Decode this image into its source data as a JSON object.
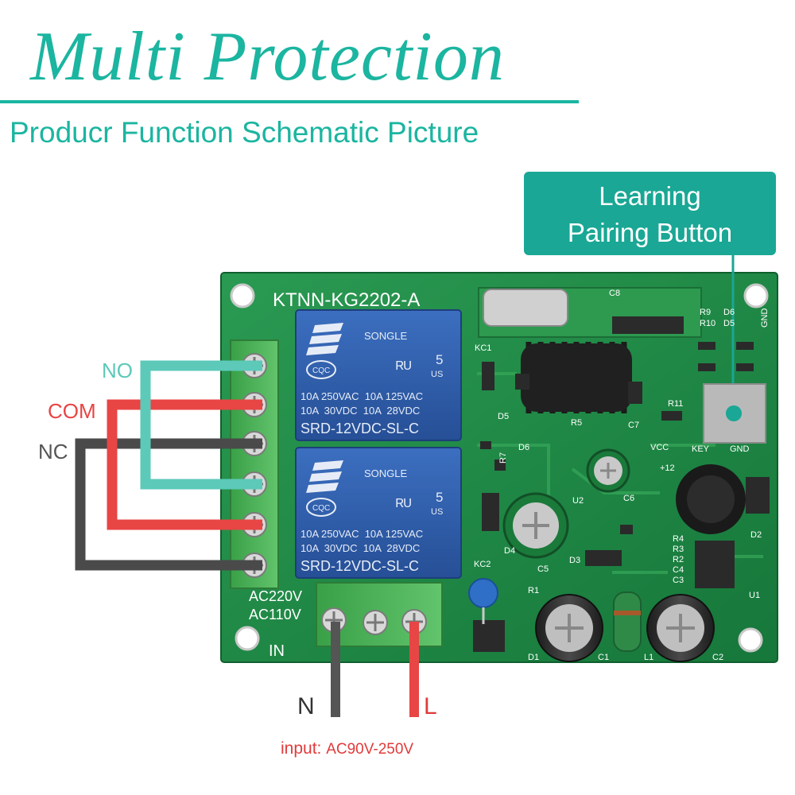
{
  "header": {
    "title": "Multi Protection",
    "subtitle": "Producr Function Schematic Picture"
  },
  "callout": {
    "line1": "Learning",
    "line2": "Pairing Button"
  },
  "wires": {
    "no": "NO",
    "com": "COM",
    "nc": "NC",
    "n": "N",
    "l": "L"
  },
  "input": {
    "prefix": "input:",
    "value": "AC90V-250V"
  },
  "board": {
    "model": "KTNN-KG2202-A",
    "ac220": "AC220V",
    "ac110": "AC110V",
    "in_label": "IN",
    "relays": [
      {
        "brand": "SONGLE",
        "number": "5",
        "us": "US",
        "cqc": "CQC",
        "r1": "10A 250VAC  10A 125VAC",
        "r2": "10A  30VDC  10A  28VDC",
        "model": "SRD-12VDC-SL-C"
      },
      {
        "brand": "SONGLE",
        "number": "5",
        "us": "US",
        "cqc": "CQC",
        "r1": "10A 250VAC  10A 125VAC",
        "r2": "10A  30VDC  10A  28VDC",
        "model": "SRD-12VDC-SL-C"
      }
    ],
    "silk": {
      "c8": "C8",
      "r9": "R9",
      "r10": "R10",
      "d6a": "D6",
      "d5a": "D5",
      "gnd_top": "GND",
      "kc1": "KC1",
      "d5": "D5",
      "r5": "R5",
      "c7": "C7",
      "r11": "R11",
      "key": "KEY",
      "gnd": "GND",
      "vcc": "VCC",
      "plus12": "+12",
      "d6": "D6",
      "r7": "R7",
      "u2": "U2",
      "c6": "C6",
      "d4": "D4",
      "d3": "D3",
      "c5": "C5",
      "r4": "R4",
      "r3": "R3",
      "r2": "R2",
      "c4": "C4",
      "c3": "C3",
      "u1": "U1",
      "d2": "D2",
      "kc2": "KC2",
      "r1": "R1",
      "d1": "D1",
      "c1": "C1",
      "l1": "L1",
      "c2": "C2"
    }
  },
  "colors": {
    "teal": "#1bb5a0",
    "board": "#1f8a46",
    "relay": "#2f5fae",
    "wire_no": "#5cc9b9",
    "wire_com": "#e84545",
    "wire_nc": "#4a4a4a"
  }
}
